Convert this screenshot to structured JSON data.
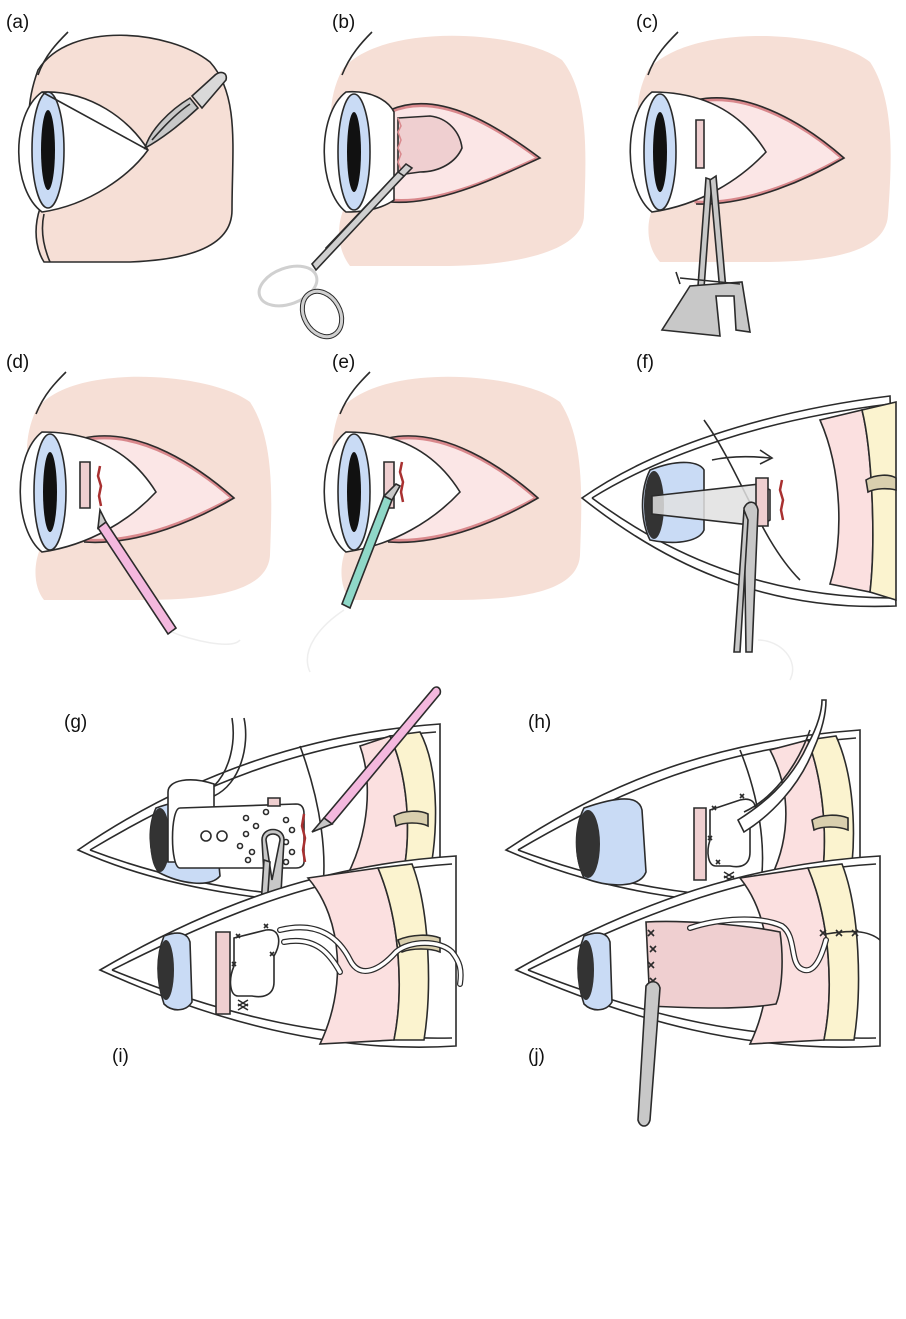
{
  "figure": {
    "panels": [
      {
        "id": "a",
        "label": "(a)"
      },
      {
        "id": "b",
        "label": "(b)"
      },
      {
        "id": "c",
        "label": "(c)"
      },
      {
        "id": "d",
        "label": "(d)"
      },
      {
        "id": "e",
        "label": "(e)"
      },
      {
        "id": "f",
        "label": "(f)"
      },
      {
        "id": "g",
        "label": "(g)"
      },
      {
        "id": "h",
        "label": "(h)"
      },
      {
        "id": "i",
        "label": "(i)"
      },
      {
        "id": "j",
        "label": "(j)"
      }
    ]
  },
  "colors": {
    "skin": "#f6dfd6",
    "conjunctiva": "#fbe6e6",
    "lid_margin": "#d9888c",
    "iris": "#c9dbf5",
    "pupil": "#111111",
    "graft": "#efcfd0",
    "bone": "#fbf3cf",
    "periosteum_band": "#fbe0e0",
    "instrument": "#c8c8c8",
    "cautery_pink": "#f4b8de",
    "cautery_teal": "#8fd8c8",
    "outline": "#2b2b2b"
  },
  "icons": [
    "scalpel-icon",
    "scissors-icon",
    "calipers-icon",
    "cautery-pen-icon",
    "forceps-icon",
    "needle-driver-icon",
    "suture-icon",
    "arrow-icon"
  ]
}
